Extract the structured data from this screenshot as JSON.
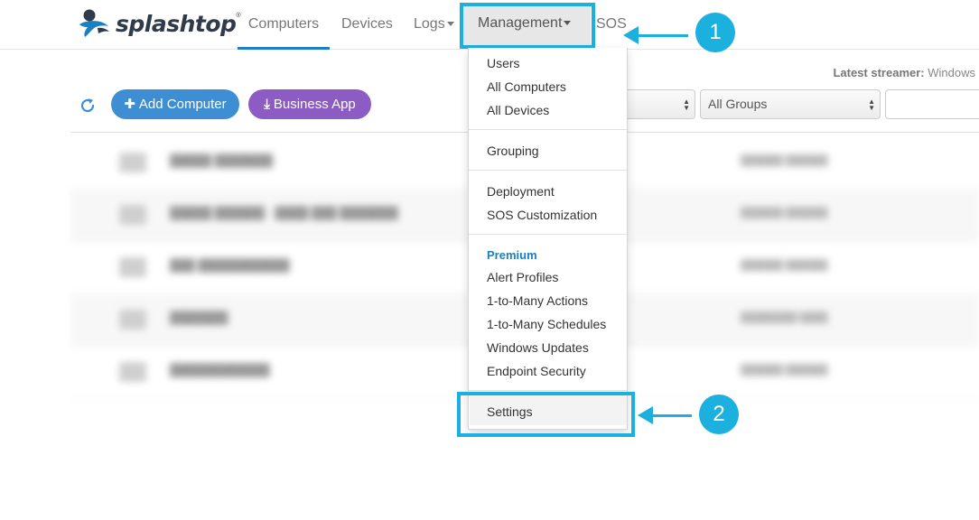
{
  "brand": {
    "name": "splashtop",
    "reg": "®"
  },
  "nav": {
    "computers": "Computers",
    "devices": "Devices",
    "logs": "Logs",
    "management": "Management",
    "sos": "SOS"
  },
  "toolbar": {
    "latest_label": "Latest streamer:",
    "latest_value": "Windows",
    "add_computer": "Add Computer",
    "business_app": "Business App",
    "group_filter": "All Groups"
  },
  "rows": [
    {
      "name": "█████ ███████",
      "group": "██████ ██████"
    },
    {
      "name": "█████ ██████ - ████ ███ ███████",
      "group": "██████ ██████"
    },
    {
      "name": "███ ███████████",
      "group": "██████ ██████"
    },
    {
      "name": "███████",
      "group": "████████ ████"
    },
    {
      "name": "████████████",
      "group": "██████ ██████"
    }
  ],
  "management_menu": {
    "users": "Users",
    "all_computers": "All Computers",
    "all_devices": "All Devices",
    "grouping": "Grouping",
    "deployment": "Deployment",
    "sos_customization": "SOS Customization",
    "premium_header": "Premium",
    "alert_profiles": "Alert Profiles",
    "one_to_many_actions": "1-to-Many Actions",
    "one_to_many_schedules": "1-to-Many Schedules",
    "windows_updates": "Windows Updates",
    "endpoint_security": "Endpoint Security",
    "settings": "Settings"
  },
  "callouts": {
    "step1": "1",
    "step2": "2"
  },
  "colors": {
    "accent_blue": "#1b7fc4",
    "callout": "#1cb0df",
    "add_button": "#3d8ed3",
    "business_button": "#8c5bc4"
  }
}
